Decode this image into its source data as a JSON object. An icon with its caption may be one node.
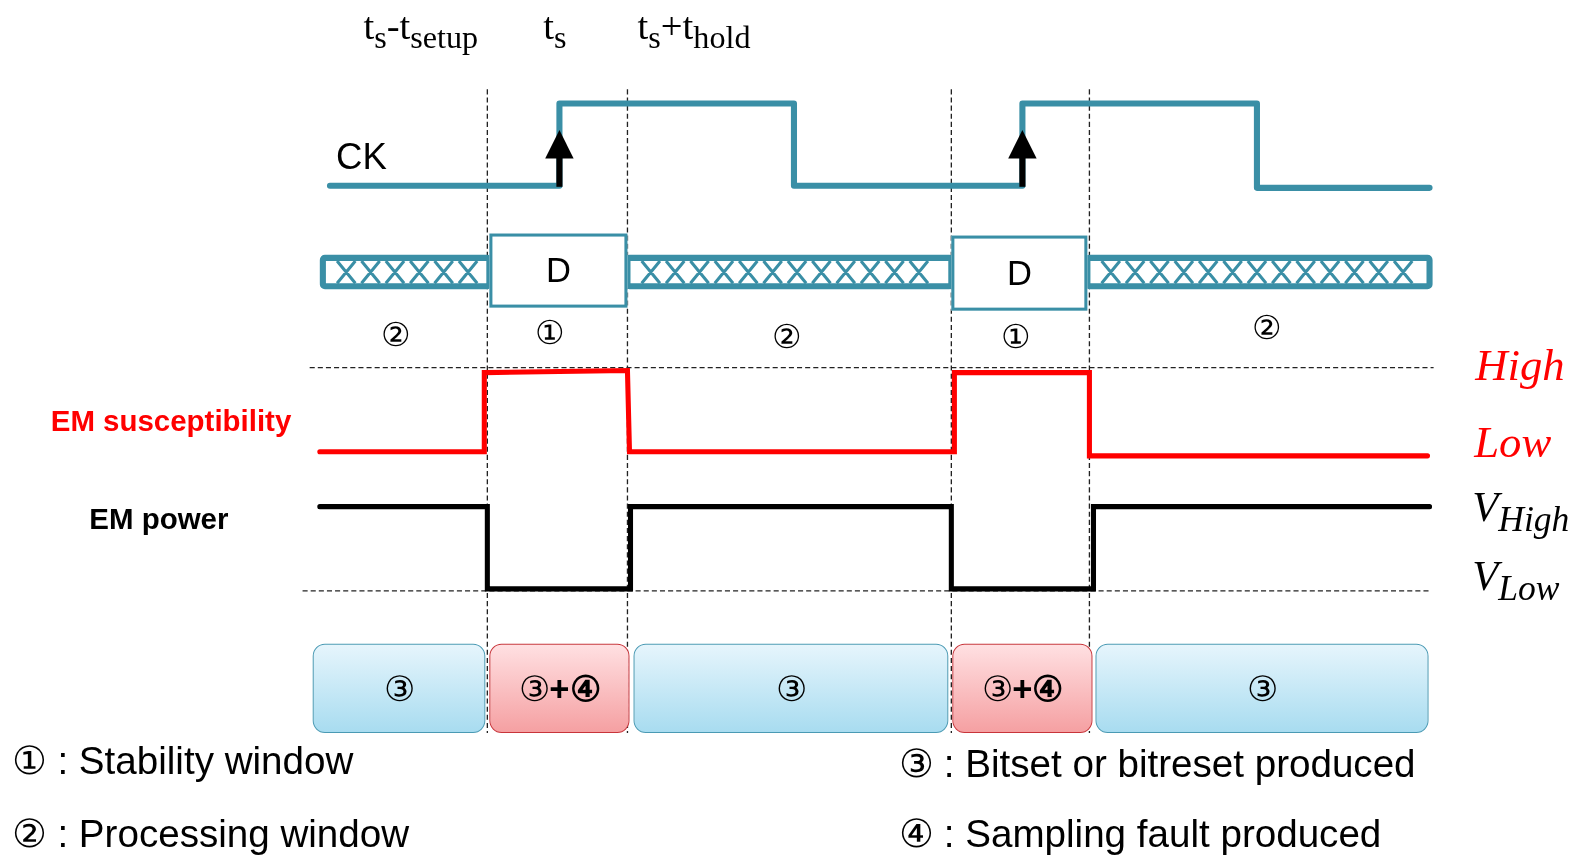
{
  "diagram": {
    "nodes": [
      {
        "text": [
          "D"
        ]
      },
      {
        "text": [
          "D"
        ]
      },
      {
        "text": [
          "③"
        ]
      },
      {
        "text": [
          "③**+④**"
        ]
      },
      {
        "text": [
          "③"
        ]
      },
      {
        "text": [
          "③**+④**"
        ]
      },
      {
        "text": [
          "③"
        ]
      }
    ],
    "labels": [
      "t$_{s}$-t$_{setup}$",
      "t$_{s}$",
      "t$_{s}$+t$_{hold}$",
      "CK",
      "②",
      "①",
      "②",
      "①",
      "②",
      "High",
      "EM susceptibility",
      "Low",
      "V$_{High}$",
      "EM power",
      "V$_{Low}$",
      "① : Stability window",
      "③ : Bitset or bitreset produced",
      "② : Processing window",
      "④ : Sampling fault produced"
    ]
  }
}
